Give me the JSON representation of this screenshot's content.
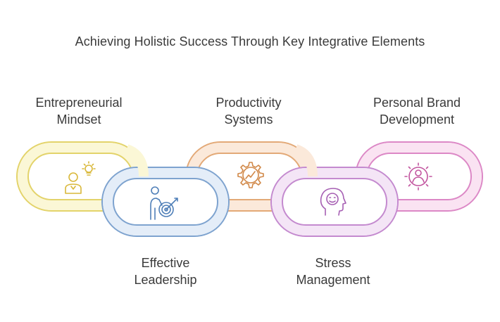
{
  "title": "Achieving Holistic Success Through Key Integrative Elements",
  "elements": [
    {
      "lines": [
        "Entrepreneurial",
        "Mindset"
      ],
      "icon": "person-lightbulb-icon",
      "stroke": "#E3D36A",
      "fill": "#FBF7D6",
      "icon_color": "#D9B83A"
    },
    {
      "lines": [
        "Effective",
        "Leadership"
      ],
      "icon": "person-target-icon",
      "stroke": "#7EA3CF",
      "fill": "#E4EDF8",
      "icon_color": "#4F7FB8"
    },
    {
      "lines": [
        "Productivity",
        "Systems"
      ],
      "icon": "gear-chart-icon",
      "stroke": "#E3A977",
      "fill": "#FBE9DA",
      "icon_color": "#D18848"
    },
    {
      "lines": [
        "Stress",
        "Management"
      ],
      "icon": "calm-head-icon",
      "stroke": "#C48ACF",
      "fill": "#F4E5F6",
      "icon_color": "#A65FB3"
    },
    {
      "lines": [
        "Personal Brand",
        "Development"
      ],
      "icon": "person-badge-icon",
      "stroke": "#DC88C6",
      "fill": "#FAE3F2",
      "icon_color": "#C2559F"
    }
  ]
}
